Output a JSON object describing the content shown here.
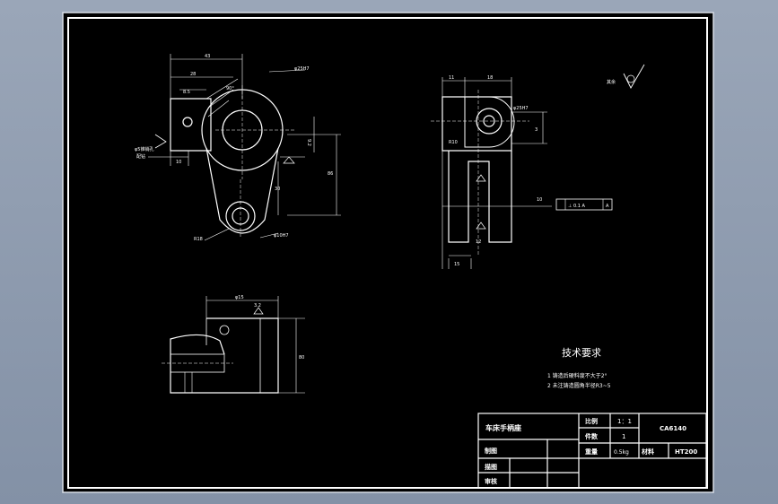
{
  "drawing": {
    "surface_label_roughness": "其余",
    "technical_requirements": {
      "title": "技术要求",
      "items": [
        "1  铸造后硬料度不大于2°",
        "2  未注铸造圆角半径R3~5"
      ]
    },
    "title_block": {
      "part_name": "车床手柄座",
      "labels": [
        "比例",
        "件数",
        "重量",
        "材料",
        "制图",
        "描图",
        "审核"
      ],
      "scale_value": "1：1",
      "count_value": "1",
      "weight_value": "0.5kg",
      "material_value": "HT200",
      "drawing_no": "CA6140"
    },
    "dimensions": {
      "front_top": "43",
      "front_sub1": "28",
      "front_sub2": "8.5",
      "front_angle": "90°",
      "front_hole_top": "φ25H7",
      "front_hole_bottom": "φ10H7",
      "front_r": "R18",
      "front_left_label": "φ5锥销孔",
      "front_left_label2": "配钻",
      "front_small": "10",
      "front_right1": "9.2",
      "front_right2": "30",
      "front_right3": "86",
      "side_top1": "11",
      "side_top2": "18",
      "side_right": "3",
      "side_r": "R10",
      "side_hole": "φ25H7",
      "side_bottom": "15",
      "side_bottom2": "12",
      "tol_frame": "⊥ 0.1 A",
      "datum": "A",
      "side_small": "10",
      "bottom_top": "φ15",
      "bottom_right": "80",
      "bottom_note": "3.2"
    }
  }
}
